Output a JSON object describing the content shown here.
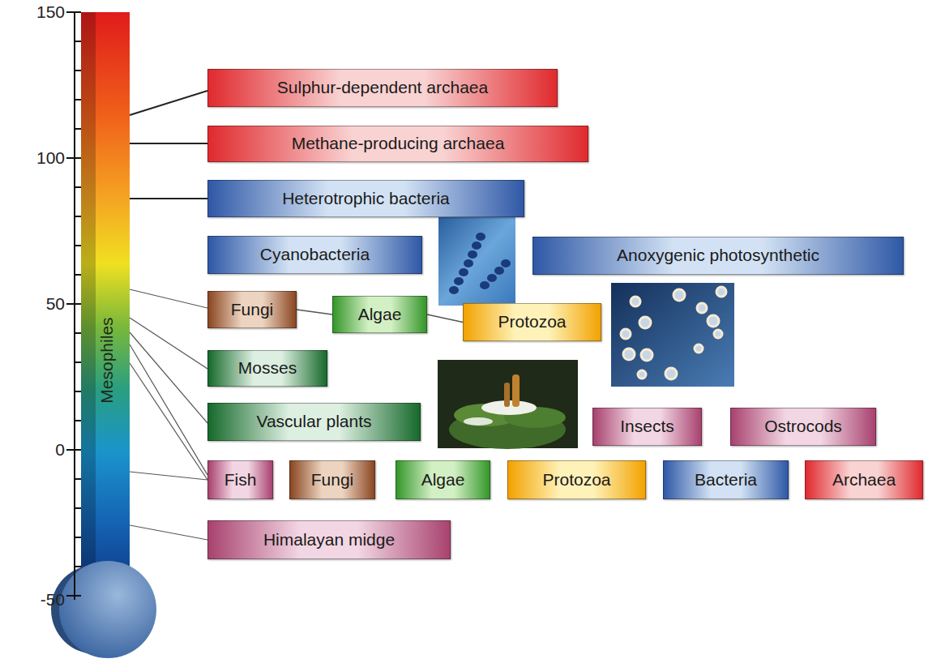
{
  "diagram": {
    "nodes": [
      {
        "text": [
          "Sulphur-dependent archaea"
        ]
      },
      {
        "text": [
          "Methane-producing archaea"
        ]
      },
      {
        "text": [
          "Heterotrophic bacteria"
        ]
      },
      {
        "text": [
          "Cyanobacteria"
        ]
      },
      {
        "text": [
          "Anoxygenic photosynthetic"
        ]
      },
      {
        "text": [
          "Fungi"
        ]
      },
      {
        "text": [
          "Algae"
        ]
      },
      {
        "text": [
          "Protozoa"
        ]
      },
      {
        "text": [
          "Mosses"
        ]
      },
      {
        "text": [
          "Vascular plants"
        ]
      },
      {
        "text": [
          "Insects"
        ]
      },
      {
        "text": [
          "Ostrocods"
        ]
      },
      {
        "text": [
          "Fish"
        ]
      },
      {
        "text": [
          "Fungi"
        ]
      },
      {
        "text": [
          "Algae"
        ]
      },
      {
        "text": [
          "Protozoa"
        ]
      },
      {
        "text": [
          "Bacteria"
        ]
      },
      {
        "text": [
          "Archaea"
        ]
      },
      {
        "text": [
          "Himalayan midge"
        ]
      }
    ],
    "edges": [
      {
        "from": 5,
        "to": 6,
        "arrow": "none"
      },
      {
        "from": 6,
        "to": 7,
        "arrow": "none"
      }
    ],
    "labels": [
      "150",
      "100",
      "50",
      "0",
      "-50",
      "Mesophiles"
    ]
  }
}
